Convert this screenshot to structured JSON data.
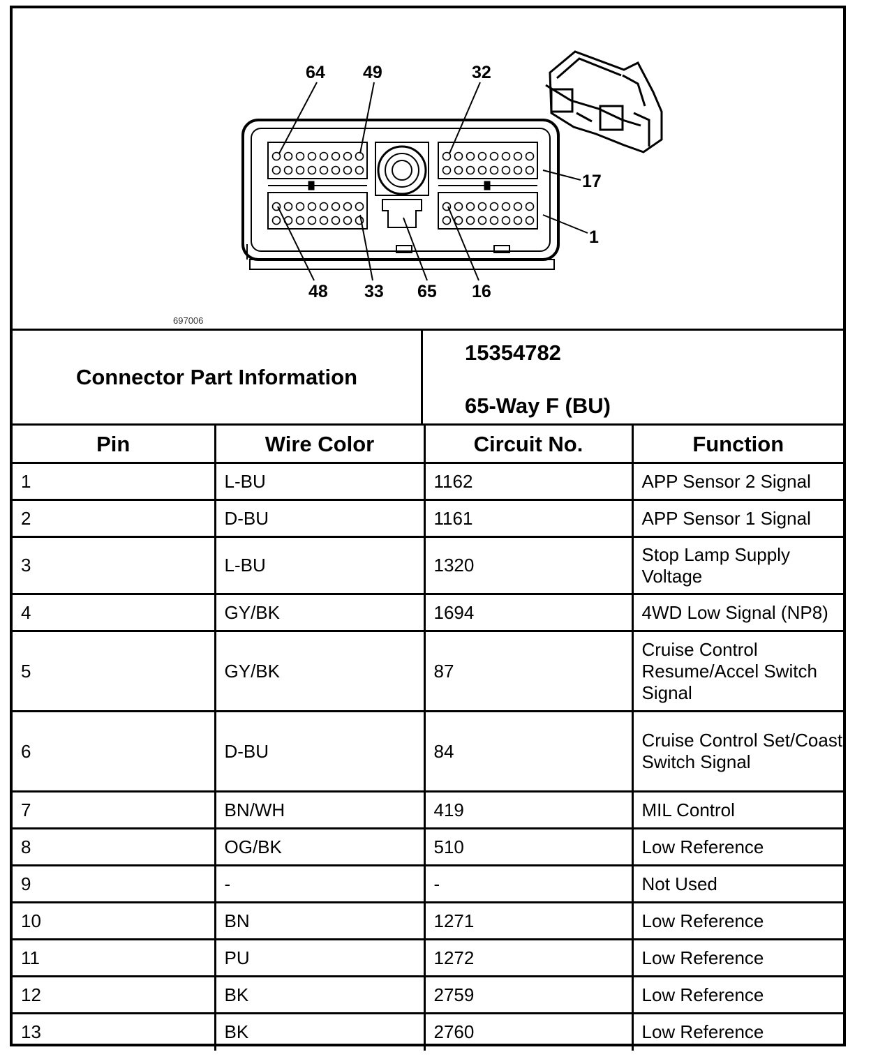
{
  "diagram": {
    "pin_labels": {
      "p64": "64",
      "p49": "49",
      "p32": "32",
      "p17": "17",
      "p1": "1",
      "p48": "48",
      "p33": "33",
      "p65": "65",
      "p16": "16"
    },
    "figure_id": "697006"
  },
  "connector_info": {
    "label": "Connector Part Information",
    "part_number": "15354782",
    "description": "65-Way F (BU)"
  },
  "table": {
    "headers": {
      "pin": "Pin",
      "wire_color": "Wire Color",
      "circuit_no": "Circuit No.",
      "function": "Function"
    },
    "rows": [
      {
        "pin": "1",
        "wire_color": "L-BU",
        "circuit_no": "1162",
        "function": "APP Sensor 2 Signal"
      },
      {
        "pin": "2",
        "wire_color": "D-BU",
        "circuit_no": "1161",
        "function": "APP Sensor 1 Signal"
      },
      {
        "pin": "3",
        "wire_color": "L-BU",
        "circuit_no": "1320",
        "function": "Stop Lamp Supply Voltage"
      },
      {
        "pin": "4",
        "wire_color": "GY/BK",
        "circuit_no": "1694",
        "function": "4WD Low Signal (NP8)"
      },
      {
        "pin": "5",
        "wire_color": "GY/BK",
        "circuit_no": "87",
        "function": "Cruise Control Resume/Accel Switch Signal"
      },
      {
        "pin": "6",
        "wire_color": "D-BU",
        "circuit_no": "84",
        "function": "Cruise Control Set/Coast Switch Signal"
      },
      {
        "pin": "7",
        "wire_color": "BN/WH",
        "circuit_no": "419",
        "function": "MIL Control"
      },
      {
        "pin": "8",
        "wire_color": "OG/BK",
        "circuit_no": "510",
        "function": "Low Reference"
      },
      {
        "pin": "9",
        "wire_color": "-",
        "circuit_no": "-",
        "function": "Not Used"
      },
      {
        "pin": "10",
        "wire_color": "BN",
        "circuit_no": "1271",
        "function": "Low Reference"
      },
      {
        "pin": "11",
        "wire_color": "PU",
        "circuit_no": "1272",
        "function": "Low Reference"
      },
      {
        "pin": "12",
        "wire_color": "BK",
        "circuit_no": "2759",
        "function": "Low Reference"
      },
      {
        "pin": "13",
        "wire_color": "BK",
        "circuit_no": "2760",
        "function": "Low Reference"
      }
    ]
  }
}
